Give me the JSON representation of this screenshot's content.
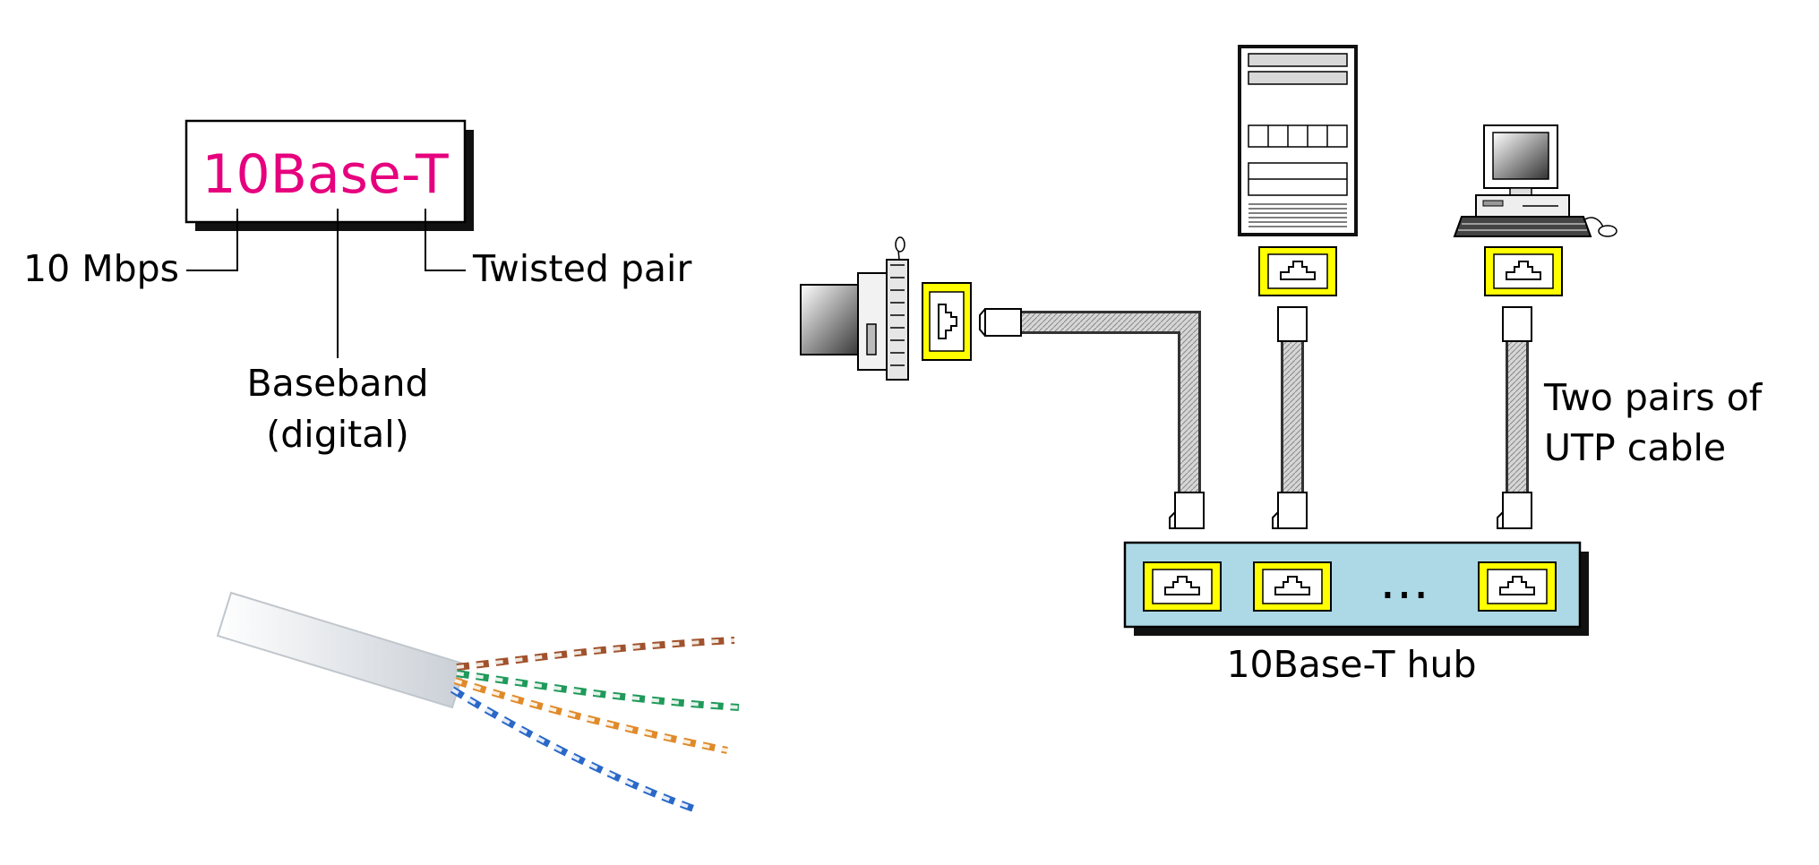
{
  "title_box": {
    "code": "10Base-T",
    "code_color": "#e6007e",
    "rate": "10 Mbps",
    "signal_line1": "Baseband",
    "signal_line2": "(digital)",
    "medium": "Twisted pair"
  },
  "network": {
    "cable_note_line1": "Two pairs of",
    "cable_note_line2": "UTP cable",
    "hub_label": "10Base-T hub",
    "hub_ellipsis": "…",
    "hub_color": "#add8e6",
    "port_color": "#ffff00"
  },
  "cable_photo": {
    "wire_pairs": [
      "brown",
      "green",
      "orange",
      "blue"
    ]
  }
}
